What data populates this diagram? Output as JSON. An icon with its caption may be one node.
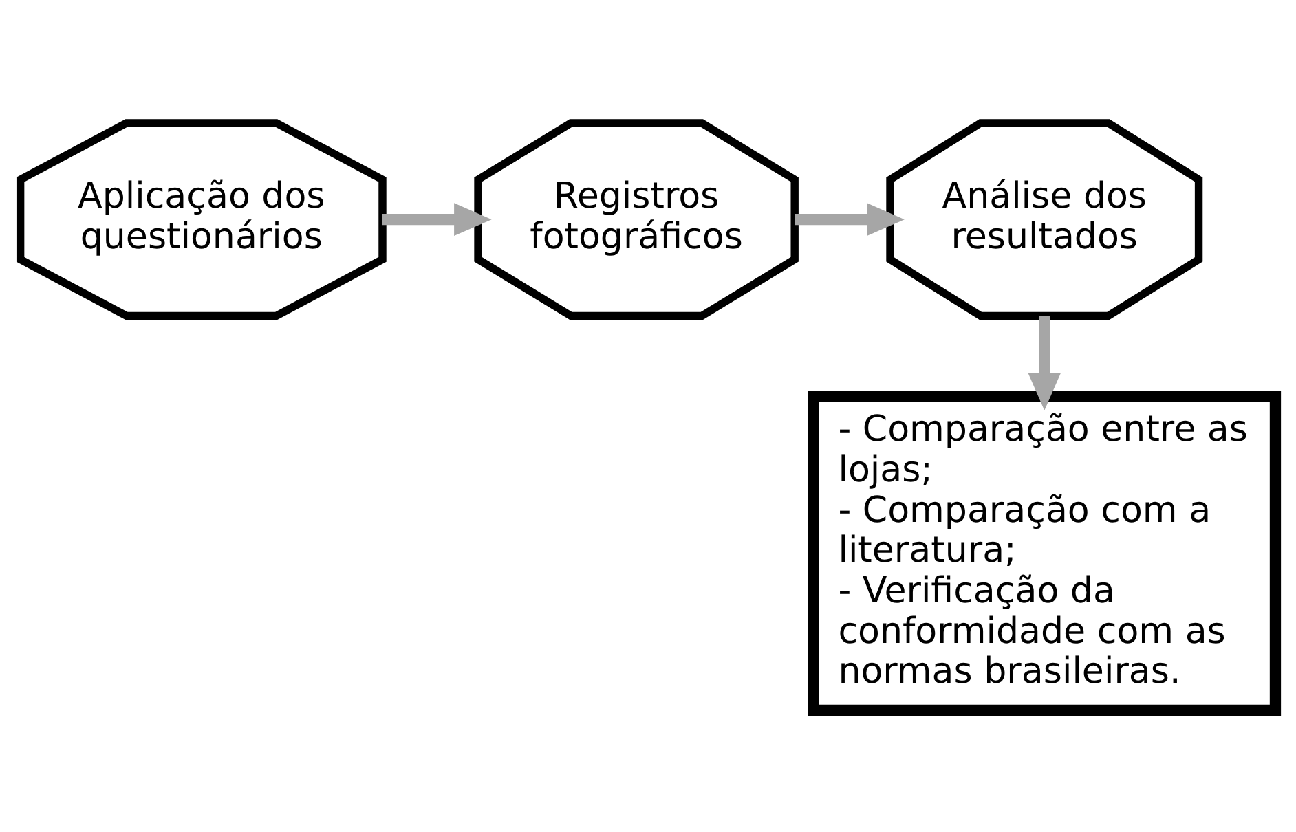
{
  "diagram": {
    "nodes": [
      {
        "text": [
          "Aplicação dos questionários"
        ]
      },
      {
        "text": [
          "Registros fotográficos"
        ]
      },
      {
        "text": [
          "Análise dos resultados"
        ]
      },
      {
        "text": [
          "- Comparação entre as lojas;",
          "- Comparação com a literatura;",
          "- Verificação da conformidade com as normas brasileiras."
        ]
      }
    ],
    "edges": [
      {
        "from": 0,
        "to": 1,
        "arrow": "to"
      },
      {
        "from": 1,
        "to": 2,
        "arrow": "to"
      },
      {
        "from": 2,
        "to": 3,
        "arrow": "to"
      }
    ]
  }
}
